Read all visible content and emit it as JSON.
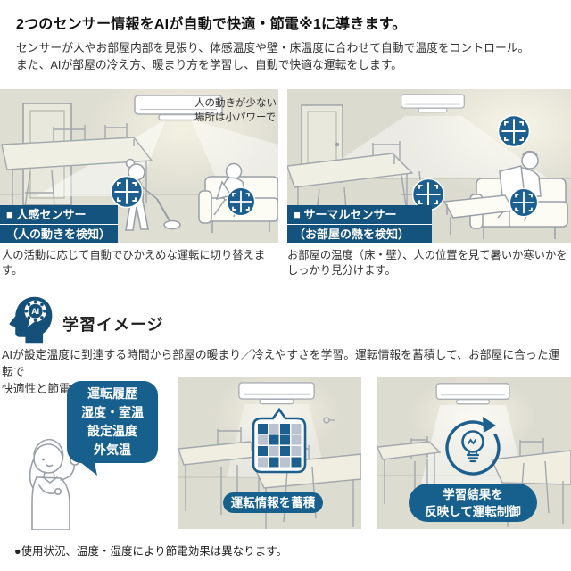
{
  "page": {
    "title": "2つのセンサー情報をAIが自動で快適・節電※1に導きます。",
    "intro": [
      "センサーが人やお部屋内部を見張り、体感温度や壁・床温度に合わせて自動で温度をコントロール。",
      "また、AIが部屋の冷え方、暖まり方を学習し、自動で快適な運転をします。"
    ],
    "footnote": "●使用状況、温度・湿度により節電効果は異なります。"
  },
  "sensor_section": {
    "left_panel": {
      "annotation": [
        "人の動きが少ない",
        "場所は小パワーで"
      ],
      "label_title": "■ 人感センサー",
      "label_sub": "（人の動きを検知）",
      "caption": "人の活動に応じて自動でひかえめな運転に切り替えます。"
    },
    "right_panel": {
      "label_title": "■ サーマルセンサー",
      "label_sub": "（お部屋の熱を検知）",
      "caption": [
        "お部屋の温度（床・壁）、人の位置を見て暑いか寒いかを",
        "しっかり見分けます。"
      ]
    }
  },
  "learning_section": {
    "heading": "学習イメージ",
    "ai_badge": "AI",
    "description": [
      "AIが設定温度に到達する時間から部屋の暖まり／冷えやすさを学習。運転情報を蓄積して、お部屋に合った運転で",
      "快適性と節電※2を両立します。"
    ],
    "speech_bubble_items": [
      "運転履歴",
      "湿度・室温",
      "設定温度",
      "外気温"
    ],
    "accumulate_label": "運転情報を蓄積",
    "result_label": [
      "学習結果を",
      "反映して運転制御"
    ]
  },
  "colors": {
    "accent_blue": "#15537f",
    "pill_blue": "#17608d",
    "sensor_blue": "#1d5f8f",
    "panel_beige": "#dfded2"
  }
}
